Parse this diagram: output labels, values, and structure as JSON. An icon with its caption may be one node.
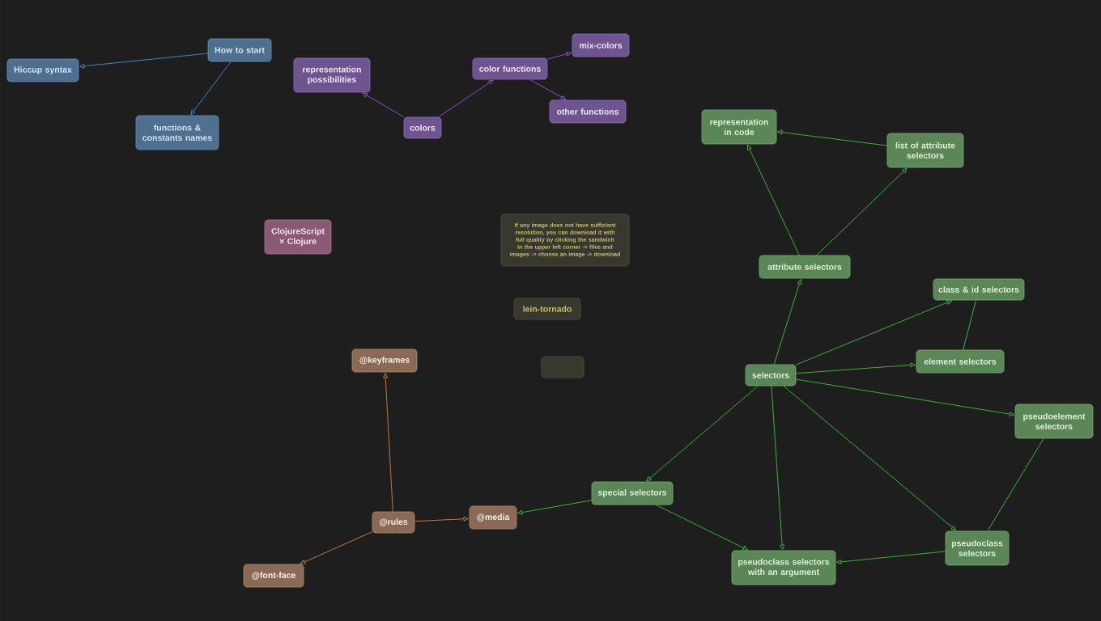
{
  "diagram": {
    "nodes": [
      {
        "text": [
          "How to start"
        ]
      },
      {
        "text": [
          "Hiccup syntax"
        ]
      },
      {
        "text": [
          "representation possibilities"
        ]
      },
      {
        "text": [
          "color functions"
        ]
      },
      {
        "text": [
          "mix-colors"
        ]
      },
      {
        "text": [
          "functions & constants names"
        ]
      },
      {
        "text": [
          "other functions"
        ]
      },
      {
        "text": [
          "colors"
        ]
      },
      {
        "text": [
          "representation in code"
        ]
      },
      {
        "text": [
          "list of attribute selectors"
        ]
      },
      {
        "text": [
          "ClojureScript × Clojure"
        ]
      },
      {
        "text": [
          "If any image does not have sufficient resolution, you can download it with full quality by clicking the sandwich in the upper left corner -> files and images -> choose an image -> download"
        ]
      },
      {
        "text": [
          "attribute selectors"
        ]
      },
      {
        "text": [
          "class & id selectors"
        ]
      },
      {
        "text": [
          "lein-tornado"
        ]
      },
      {
        "text": [
          "@keyframes"
        ]
      },
      {
        "text": [
          "element selectors"
        ]
      },
      {
        "text": [],
        "shape": "box"
      },
      {
        "text": [
          "selectors"
        ]
      },
      {
        "text": [
          "pseudoelement selectors"
        ]
      },
      {
        "text": [
          "special selectors"
        ]
      },
      {
        "text": [
          "@media"
        ]
      },
      {
        "text": [
          "@rules"
        ]
      },
      {
        "text": [
          "pseudoclass selectors"
        ]
      },
      {
        "text": [
          "pseudoclass selectors with an argument"
        ]
      },
      {
        "text": [
          "@font-face"
        ]
      }
    ],
    "edges": [
      {
        "from": 0,
        "to": 1,
        "arrow": "to",
        "color": "#4a8fd6"
      },
      {
        "from": 0,
        "to": 5,
        "arrow": "to",
        "color": "#4a8fd6"
      },
      {
        "from": 7,
        "to": 2,
        "arrow": "to",
        "color": "#9b52d6"
      },
      {
        "from": 7,
        "to": 3,
        "arrow": "to",
        "color": "#9b52d6"
      },
      {
        "from": 3,
        "to": 4,
        "arrow": "to",
        "color": "#9b52d6"
      },
      {
        "from": 3,
        "to": 6,
        "arrow": "to",
        "color": "#9b52d6"
      },
      {
        "from": 12,
        "to": 8,
        "arrow": "to"
      },
      {
        "from": 12,
        "to": 9,
        "arrow": "to"
      },
      {
        "from": 9,
        "to": 8,
        "arrow": "to"
      },
      {
        "from": 18,
        "to": 12,
        "arrow": "to"
      },
      {
        "from": 18,
        "to": 13,
        "arrow": "to"
      },
      {
        "from": 18,
        "to": 16,
        "arrow": "to"
      },
      {
        "from": 16,
        "to": 13,
        "arrow": "none"
      },
      {
        "from": 18,
        "to": 19,
        "arrow": "to"
      },
      {
        "from": 18,
        "to": 24,
        "arrow": "to"
      },
      {
        "from": 18,
        "to": 23,
        "arrow": "to"
      },
      {
        "from": 19,
        "to": 23,
        "arrow": "none"
      },
      {
        "from": 23,
        "to": 24,
        "arrow": "to"
      },
      {
        "from": 18,
        "to": 20,
        "arrow": "to"
      },
      {
        "from": 20,
        "to": 24,
        "arrow": "to"
      },
      {
        "from": 20,
        "to": 21,
        "arrow": "to"
      },
      {
        "from": 22,
        "to": 15,
        "arrow": "to",
        "color": "#d4844a"
      },
      {
        "from": 22,
        "to": 21,
        "arrow": "to",
        "color": "#d4844a"
      },
      {
        "from": 22,
        "to": 25,
        "arrow": "to",
        "color": "#d4844a"
      }
    ]
  }
}
